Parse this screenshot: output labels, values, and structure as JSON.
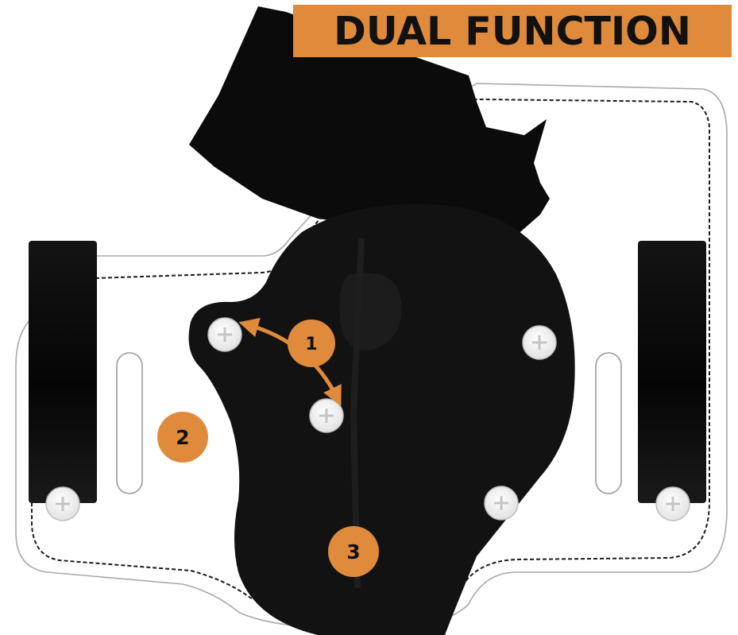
{
  "banner": {
    "title": "DUAL FUNCTION"
  },
  "callouts": [
    {
      "label": "1",
      "color": "#e08a3c"
    },
    {
      "label": "2",
      "color": "#e08a3c"
    },
    {
      "label": "3",
      "color": "#e08a3c"
    }
  ],
  "colors": {
    "accent": "#e08a3c",
    "shell": "#111111",
    "backer_outline": "#9a9a9a"
  },
  "icons": [
    "screw-plus-icon",
    "double-arrow-icon"
  ]
}
